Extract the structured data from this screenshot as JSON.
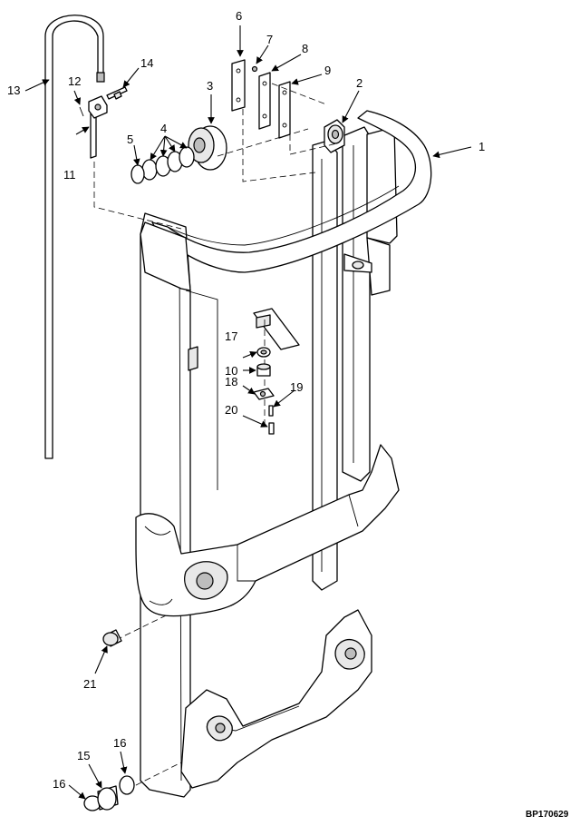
{
  "figure_id": "BP170629",
  "callouts": [
    {
      "id": "c1",
      "text": "1"
    },
    {
      "id": "c2",
      "text": "2"
    },
    {
      "id": "c3",
      "text": "3"
    },
    {
      "id": "c4",
      "text": "4"
    },
    {
      "id": "c5",
      "text": "5"
    },
    {
      "id": "c6",
      "text": "6"
    },
    {
      "id": "c7",
      "text": "7"
    },
    {
      "id": "c8",
      "text": "8"
    },
    {
      "id": "c9",
      "text": "9"
    },
    {
      "id": "c10",
      "text": "10"
    },
    {
      "id": "c11",
      "text": "11"
    },
    {
      "id": "c12",
      "text": "12"
    },
    {
      "id": "c13",
      "text": "13"
    },
    {
      "id": "c14",
      "text": "14"
    },
    {
      "id": "c15",
      "text": "15"
    },
    {
      "id": "c16a",
      "text": "16"
    },
    {
      "id": "c16b",
      "text": "16"
    },
    {
      "id": "c17",
      "text": "17"
    },
    {
      "id": "c18",
      "text": "18"
    },
    {
      "id": "c19",
      "text": "19"
    },
    {
      "id": "c20",
      "text": "20"
    },
    {
      "id": "c21",
      "text": "21"
    }
  ]
}
